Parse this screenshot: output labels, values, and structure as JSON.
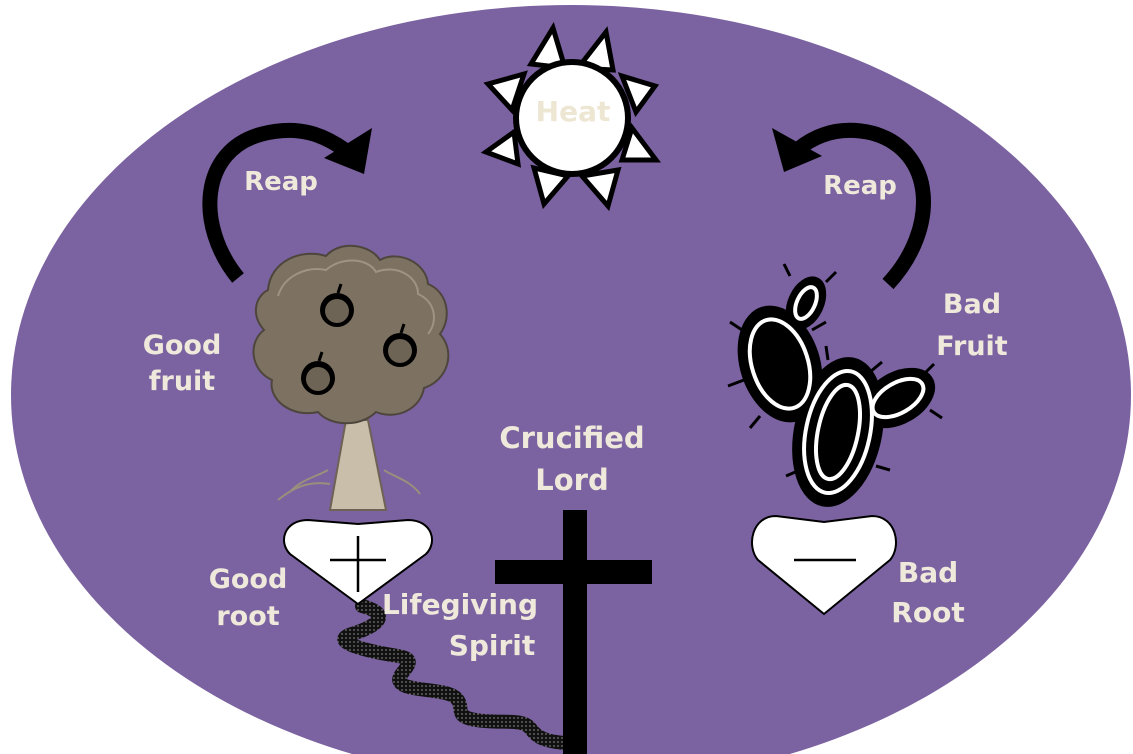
{
  "sun": {
    "label": "Heat"
  },
  "left": {
    "reap": "Reap",
    "fruit": [
      "Good",
      "fruit"
    ],
    "root": [
      "Good",
      "root"
    ]
  },
  "right": {
    "reap": "Reap",
    "fruit": [
      "Bad",
      "Fruit"
    ],
    "root": [
      "Bad",
      "Root"
    ]
  },
  "center": {
    "cross": [
      "Crucified",
      "Lord"
    ],
    "spirit": [
      "Lifegiving",
      "Spirit"
    ]
  },
  "colors": {
    "background": "#7b62a0",
    "tree_canopy": "#7d7162",
    "tree_trunk": "#c9beaa",
    "label": "#efe9dc",
    "ink": "#000000",
    "heart": "#ffffff"
  }
}
